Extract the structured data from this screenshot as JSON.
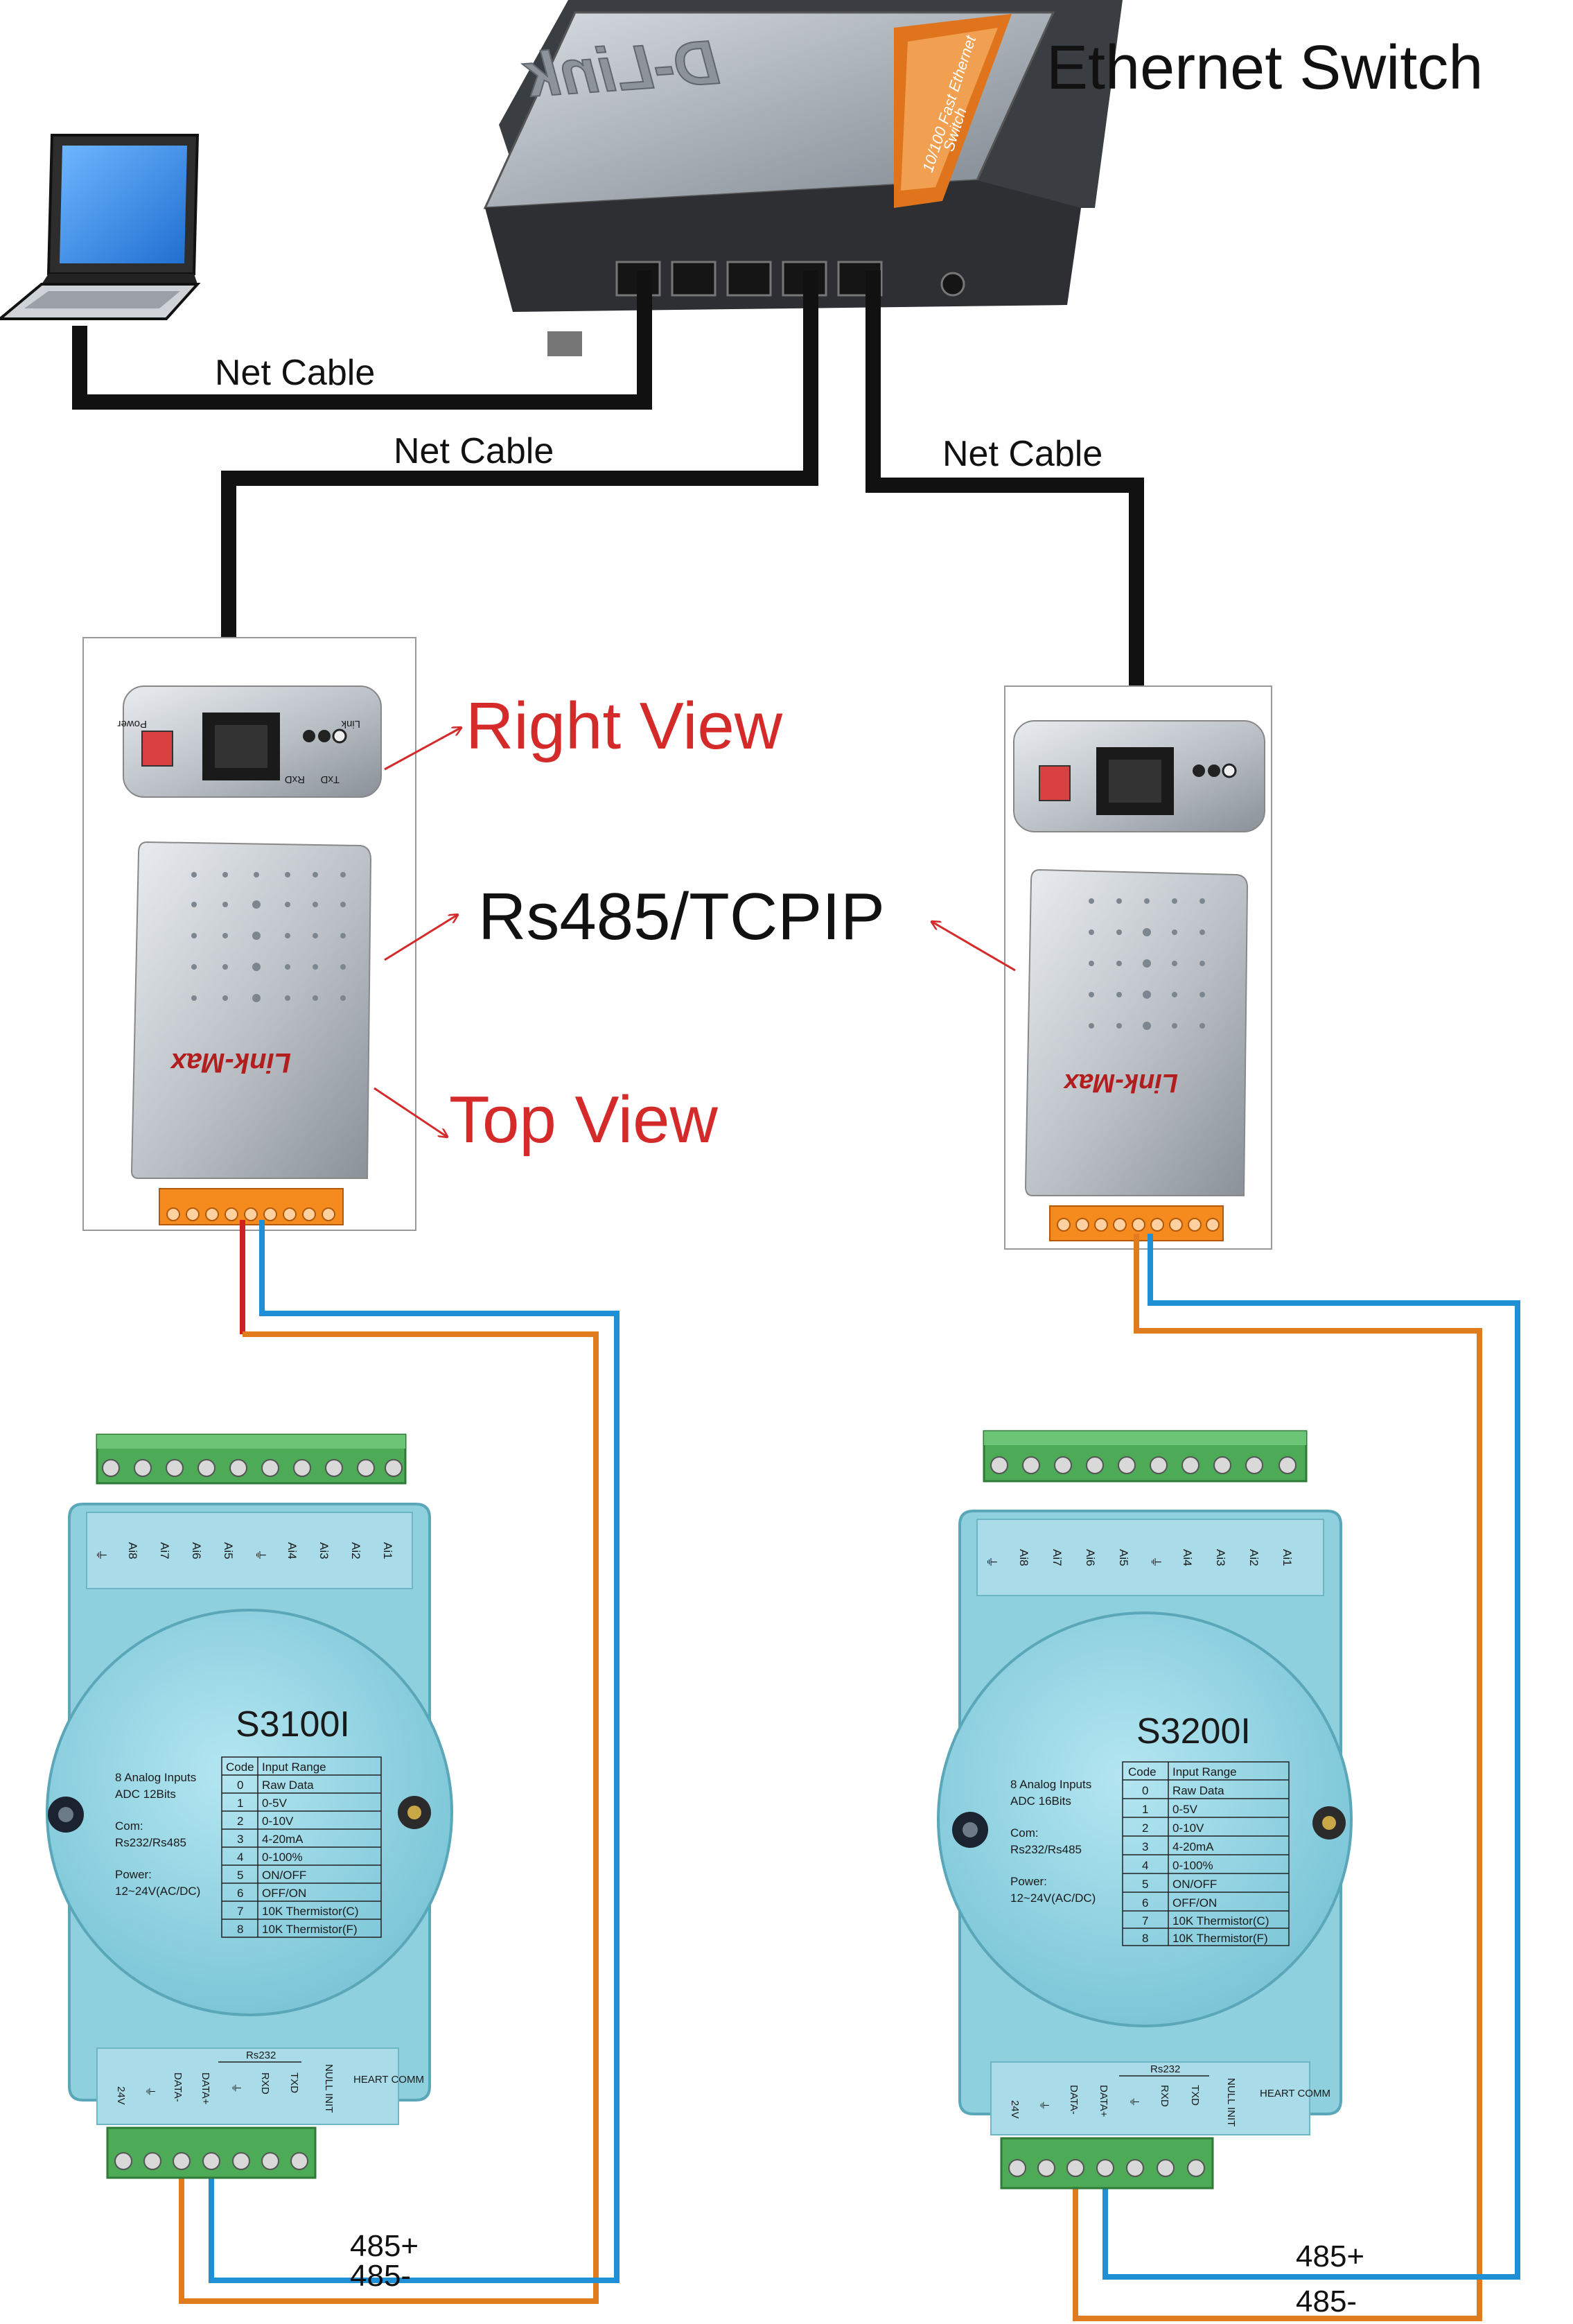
{
  "labels": {
    "switch_title": "Ethernet Switch",
    "net_cable_1": "Net Cable",
    "net_cable_2": "Net Cable",
    "net_cable_3": "Net Cable",
    "right_view": "Right View",
    "rs485_tcpip": "Rs485/TCPIP",
    "top_view": "Top View",
    "left_485_plus": "485+",
    "left_485_minus": "485-",
    "right_485_plus": "485+",
    "right_485_minus": "485-"
  },
  "switch": {
    "brand": "D-Link",
    "badge_line1": "10/100 Fast Ethernet",
    "badge_line2": "Switch"
  },
  "converter": {
    "brand": "Link-Max",
    "power_label": "Power",
    "led_labels": [
      "Link",
      "RxD",
      "TxD"
    ]
  },
  "modules": {
    "left": {
      "model": "S3100I",
      "line1": "8 Analog Inputs",
      "line2": "ADC 12Bits",
      "com_label": "Com:",
      "com_value": "Rs232/Rs485",
      "power_label": "Power:",
      "power_value": "12~24V(AC/DC)",
      "table_head": [
        "Code",
        "Input Range"
      ],
      "table_rows": [
        [
          "0",
          "Raw Data"
        ],
        [
          "1",
          "0-5V"
        ],
        [
          "2",
          "0-10V"
        ],
        [
          "3",
          "4-20mA"
        ],
        [
          "4",
          "0-100%"
        ],
        [
          "5",
          "ON/OFF"
        ],
        [
          "6",
          "OFF/ON"
        ],
        [
          "7",
          "10K Thermistor(C)"
        ],
        [
          "8",
          "10K Thermistor(F)"
        ]
      ],
      "top_terminals": [
        "⏚",
        "Ai8",
        "Ai7",
        "Ai6",
        "Ai5",
        "⏚",
        "Ai4",
        "Ai3",
        "Ai2",
        "Ai1"
      ],
      "bottom_terminals": [
        "24V",
        "⏚",
        "DATA-",
        "DATA+",
        "⏚",
        "RXD",
        "TXD",
        "NULL INIT",
        "HEART COMM"
      ],
      "rs232_label": "Rs232"
    },
    "right": {
      "model": "S3200I",
      "line1": "8 Analog Inputs",
      "line2": "ADC 16Bits",
      "com_label": "Com:",
      "com_value": "Rs232/Rs485",
      "power_label": "Power:",
      "power_value": "12~24V(AC/DC)",
      "table_head": [
        "Code",
        "Input Range"
      ],
      "table_rows": [
        [
          "0",
          "Raw Data"
        ],
        [
          "1",
          "0-5V"
        ],
        [
          "2",
          "0-10V"
        ],
        [
          "3",
          "4-20mA"
        ],
        [
          "4",
          "0-100%"
        ],
        [
          "5",
          "ON/OFF"
        ],
        [
          "6",
          "OFF/ON"
        ],
        [
          "7",
          "10K Thermistor(C)"
        ],
        [
          "8",
          "10K Thermistor(F)"
        ]
      ],
      "top_terminals": [
        "⏚",
        "Ai8",
        "Ai7",
        "Ai6",
        "Ai5",
        "⏚",
        "Ai4",
        "Ai3",
        "Ai2",
        "Ai1"
      ],
      "bottom_terminals": [
        "24V",
        "⏚",
        "DATA-",
        "DATA+",
        "⏚",
        "RXD",
        "TXD",
        "NULL INIT",
        "HEART COMM"
      ],
      "rs232_label": "Rs232"
    }
  },
  "colors": {
    "cable": "#111111",
    "wire_orange": "#e07b1e",
    "wire_blue": "#1f8fd6",
    "wire_red": "#d21f1f",
    "arrow_red": "#d42a2a",
    "module_body": "#8fd0df",
    "terminal_green": "#4dab58",
    "terminal_orange": "#f58a1f"
  }
}
